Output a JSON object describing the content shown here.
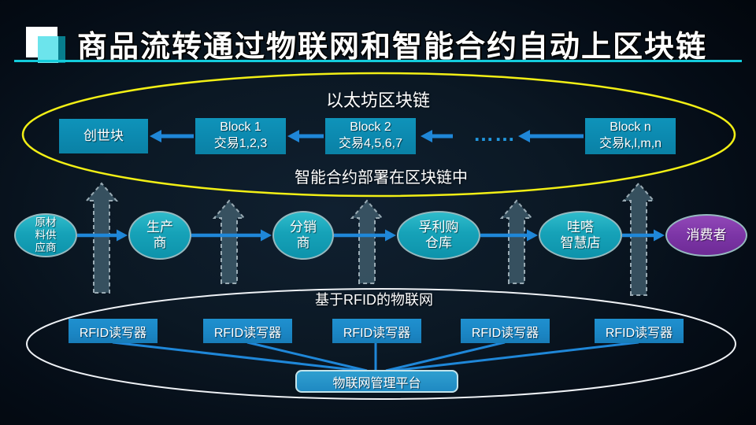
{
  "header": {
    "title": "商品流转通过物联网和智能合约自动上区块链"
  },
  "blockchain": {
    "title": "以太坊区块链",
    "note": "智能合约部署在区块链中",
    "genesis_label": "创世块",
    "ellipsis": "……",
    "blocks": [
      {
        "name": "Block 1",
        "txs": "交易1,2,3"
      },
      {
        "name": "Block 2",
        "txs": "交易4,5,6,7"
      },
      {
        "name": "Block n",
        "txs": "交易k,l,m,n"
      }
    ]
  },
  "chain": {
    "entities": [
      {
        "label": "原材\n料供\n应商"
      },
      {
        "label": "生产\n商"
      },
      {
        "label": "分销\n商"
      },
      {
        "label": "孚利购\n仓库"
      },
      {
        "label": "哇嗒\n智慧店"
      },
      {
        "label": "消费者"
      }
    ]
  },
  "iot": {
    "title": "基于RFID的物联网",
    "readers": [
      "RFID读写器",
      "RFID读写器",
      "RFID读写器",
      "RFID读写器",
      "RFID读写器"
    ],
    "platform": "物联网管理平台"
  },
  "colors": {
    "accent_blue": "#1f87d8",
    "block_box_teal": "#0c89af",
    "rfid_box_blue": "#1b86c4",
    "entity_teal": "#16a2b8",
    "consumer_purple": "#7c35a6",
    "blockchain_ellipse_yellow": "#f2ef15",
    "iot_ellipse_white": "#eef1f5",
    "title_underline_cyan": "#14ccdc"
  }
}
